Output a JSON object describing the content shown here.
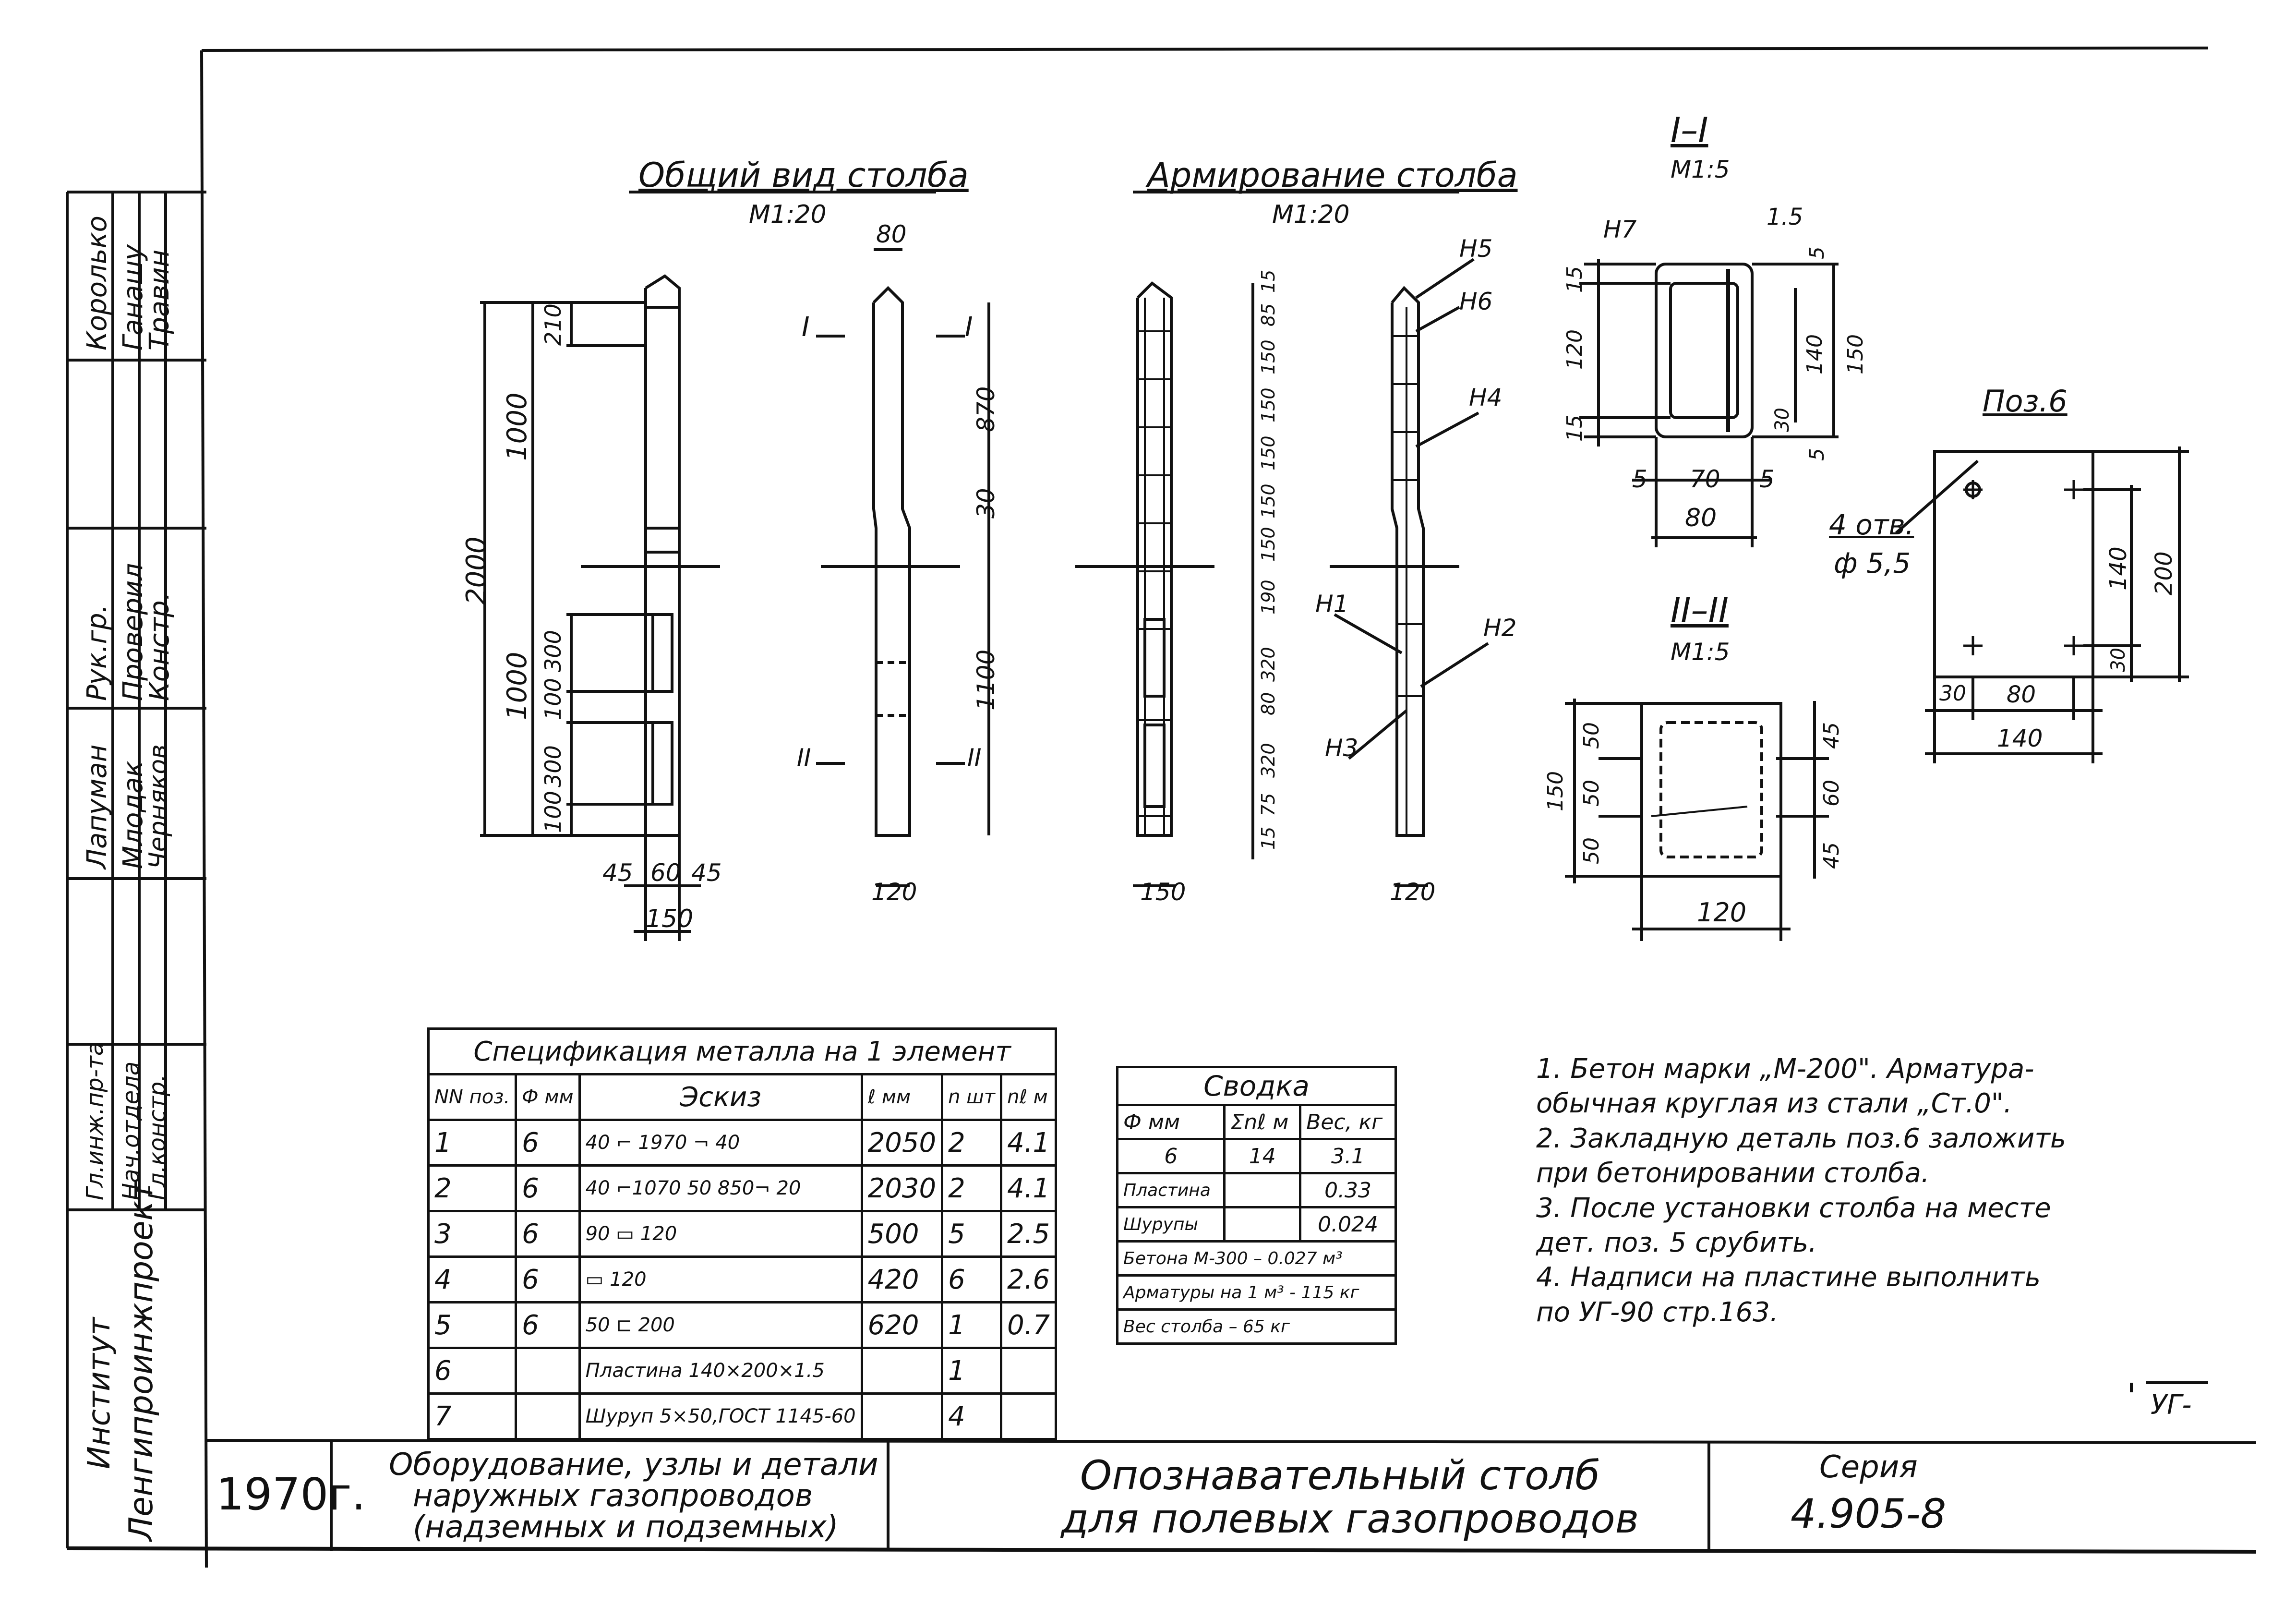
{
  "views": {
    "general": {
      "title": "Общий вид столба",
      "scale": "М1:20"
    },
    "reinforcement": {
      "title": "Армирование столба",
      "scale": "М1:20"
    },
    "section1": {
      "title": "I–I",
      "scale": "М1:5"
    },
    "section2": {
      "title": "II–II",
      "scale": "М1:5"
    },
    "pos6": {
      "title": "Поз.6",
      "holes": "4 отв.",
      "hole_dia": "ф 5,5"
    }
  },
  "dims": {
    "general": {
      "total": "2000",
      "upper": "1000",
      "lower": "1000",
      "top": "210",
      "d300a": "300",
      "d100a": "100",
      "d300b": "300",
      "d100b": "100",
      "w45a": "45",
      "w60": "60",
      "w45b": "45",
      "w150": "150"
    },
    "side": {
      "top": "80",
      "d870": "870",
      "d30": "30",
      "d1100": "1100",
      "base": "120",
      "cut1": "I",
      "cut2": "II"
    },
    "reinf": {
      "s15a": "15",
      "s85": "85",
      "s150a": "150",
      "s150b": "150",
      "s150c": "150",
      "s150d": "150",
      "s150e": "150",
      "s190": "190",
      "s320a": "320",
      "s80": "80",
      "s320b": "320",
      "s75": "75",
      "s15b": "15",
      "base": "150",
      "base2": "120",
      "n1": "Н1",
      "n2": "Н2",
      "n3": "Н3",
      "n4": "Н4",
      "n5": "Н5",
      "n6": "Н6"
    },
    "sec1": {
      "n7": "Н7",
      "t15": "1.5",
      "d5a": "5",
      "d15a": "15",
      "d120": "120",
      "d15b": "15",
      "d140": "140",
      "d150": "150",
      "d30": "30",
      "d5b": "5",
      "b5a": "5",
      "b70": "70",
      "b5b": "5",
      "b80": "80"
    },
    "sec2": {
      "l150": "150",
      "l50a": "50",
      "l50b": "50",
      "l50c": "50",
      "r45a": "45",
      "r60": "60",
      "r45b": "45",
      "b120": "120"
    },
    "pos6": {
      "r140": "140",
      "r200": "200",
      "r30": "30",
      "b30": "30",
      "b80": "80",
      "b140": "140"
    }
  },
  "spec": {
    "title": "Спецификация металла на 1 элемент",
    "headers": [
      "NN поз.",
      "Ф мм",
      "Эскиз",
      "ℓ мм",
      "n шт",
      "nℓ м"
    ],
    "rows": [
      {
        "pos": "1",
        "d": "6",
        "sketch": "40 ⌐ 1970 ¬ 40",
        "l": "2050",
        "n": "2",
        "nl": "4.1"
      },
      {
        "pos": "2",
        "d": "6",
        "sketch": "40 ⌐1070 50 850¬ 20",
        "l": "2030",
        "n": "2",
        "nl": "4.1"
      },
      {
        "pos": "3",
        "d": "6",
        "sketch": "90 ▭ 120",
        "l": "500",
        "n": "5",
        "nl": "2.5"
      },
      {
        "pos": "4",
        "d": "6",
        "sketch": "▭ 120",
        "l": "420",
        "n": "6",
        "nl": "2.6"
      },
      {
        "pos": "5",
        "d": "6",
        "sketch": "50 ⊏ 200",
        "l": "620",
        "n": "1",
        "nl": "0.7"
      },
      {
        "pos": "6",
        "d": "",
        "sketch": "Пластина 140×200×1.5",
        "l": "",
        "n": "1",
        "nl": ""
      },
      {
        "pos": "7",
        "d": "",
        "sketch": "Шуруп 5×50,ГОСТ 1145-60",
        "l": "",
        "n": "4",
        "nl": ""
      }
    ]
  },
  "summary": {
    "title": "Сводка",
    "h1": "Ф мм",
    "h2": "Σnℓ м",
    "h3": "Вес, кг",
    "r1": [
      "6",
      "14",
      "3.1"
    ],
    "r2": [
      "Пластина",
      "",
      "0.33"
    ],
    "r3": [
      "Шурупы",
      "",
      "0.024"
    ],
    "r4": "Бетона М-300 –  0.027 м³",
    "r5": "Арматуры на 1 м³ -  115 кг",
    "r6": "Вес столба   –  65 кг"
  },
  "notes": [
    "1. Бетон марки „М-200\". Арматура-",
    "    обычная круглая из стали „Ст.0\".",
    "2. Закладную деталь поз.6 заложить",
    "    при бетонировании столба.",
    "3. После установки столба на месте",
    "    дет. поз. 5 срубить.",
    "4. Надписи на пластине выполнить",
    "    по УГ-90  стр.163."
  ],
  "side_stamp": {
    "names_col1": [
      "Королько",
      "Ганашу",
      "Травин"
    ],
    "roles_col1": [
      "Рук.гр.",
      "Проверил",
      "Констр."
    ],
    "names_col2": [
      "Лапуман",
      "Млодак",
      "Черняков"
    ],
    "roles_col2": [
      "Гл.инж.пр-та",
      "Нач.отдела",
      "Гл.констр."
    ],
    "institute_label": "Институт",
    "institute_name": "Ленгипроинжпроект"
  },
  "title_block": {
    "year": "1970г.",
    "subject": [
      "Оборудование, узлы и детали",
      "наружных газопроводов",
      "(надземных и подземных)"
    ],
    "title": [
      "Опознавательный столб",
      "для полевых газопроводов"
    ],
    "series_label": "Серия",
    "series": "4.905-8",
    "corner": "УГ-"
  }
}
